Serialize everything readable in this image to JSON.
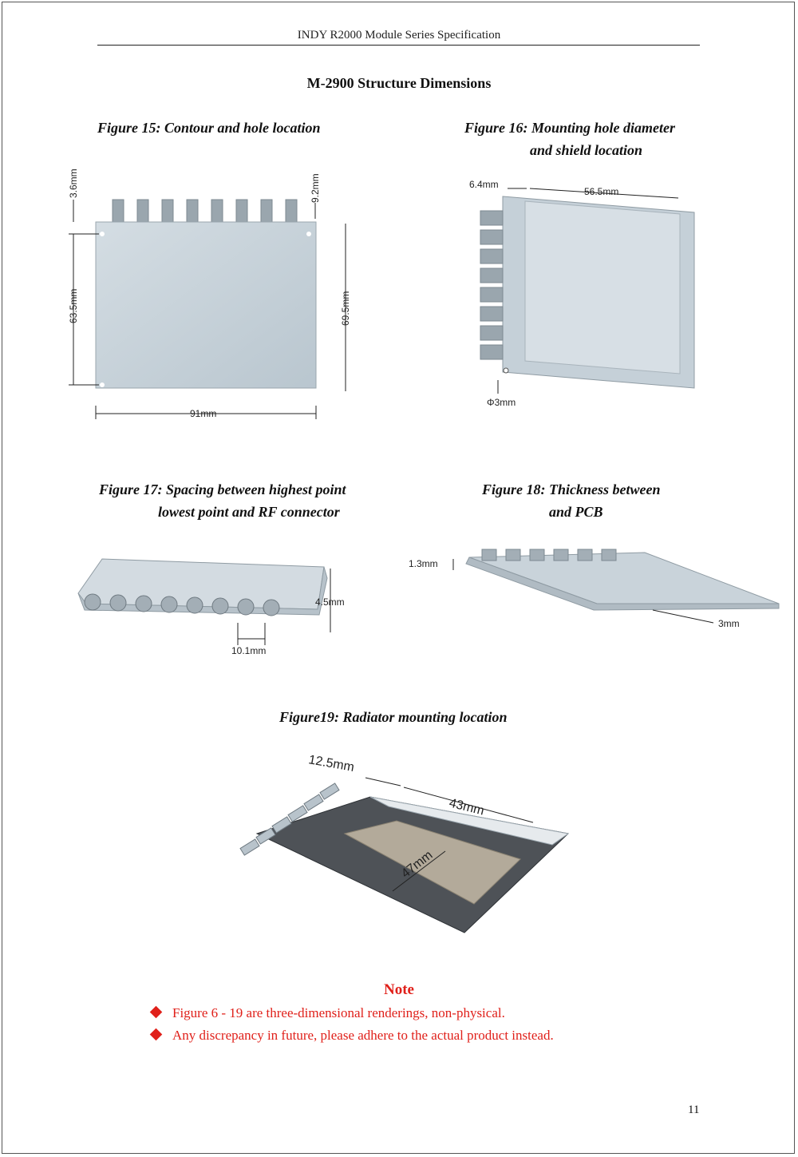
{
  "header": {
    "title": "INDY R2000 Module Series Specification"
  },
  "section": {
    "title": "M-2900 Structure Dimensions"
  },
  "figures": {
    "fig15": {
      "caption": "Figure 15: Contour and hole location",
      "dims": {
        "top_left": "3.6mm",
        "top_right": "9.2mm",
        "left": "63.5mm",
        "right": "69.5mm",
        "bottom": "91mm"
      }
    },
    "fig16": {
      "caption_line1": "Figure 16: Mounting hole diameter",
      "caption_line2": "and shield location",
      "dims": {
        "left": "6.4mm",
        "top": "56.5mm",
        "hole": "Φ3mm"
      }
    },
    "fig17": {
      "caption_line1": "Figure 17: Spacing between highest point",
      "caption_line2": "lowest point and RF connector",
      "dims": {
        "height": "4.5mm",
        "spacing": "10.1mm"
      }
    },
    "fig18": {
      "caption_line1": "Figure 18: Thickness between",
      "caption_line2": "and PCB",
      "dims": {
        "top": "1.3mm",
        "bottom": "3mm"
      }
    },
    "fig19": {
      "caption": "Figure19: Radiator mounting location",
      "dims": {
        "a": "12.5mm",
        "b": "43mm",
        "c": "47mm"
      }
    }
  },
  "note": {
    "title": "Note",
    "items": [
      "Figure 6 - 19 are three-dimensional renderings, non-physical.",
      "Any discrepancy in future, please adhere to the actual product instead."
    ]
  },
  "page_number": "11",
  "colors": {
    "note": "#e0201a",
    "board": "#c8d4dc",
    "connector": "#9aa6ae"
  }
}
